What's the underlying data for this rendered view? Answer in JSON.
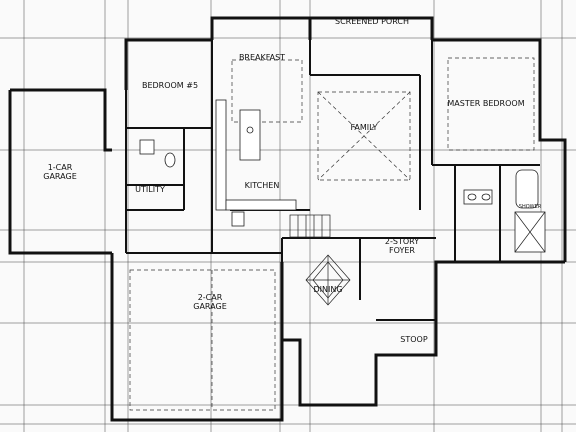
{
  "rooms": {
    "screened_porch": "SCREENED PORCH",
    "breakfast": "BREAKFAST",
    "bedroom5": "BEDROOM #5",
    "family": "FAMILY",
    "master_bedroom": "MASTER BEDROOM",
    "one_car_garage": "1-CAR\nGARAGE",
    "kitchen": "KITCHEN",
    "utility": "UTILITY",
    "two_car_garage": "2-CAR\nGARAGE",
    "dining": "DINING",
    "foyer": "2-STORY\nFOYER",
    "stoop": "STOOP",
    "shower": "SHOWER"
  }
}
